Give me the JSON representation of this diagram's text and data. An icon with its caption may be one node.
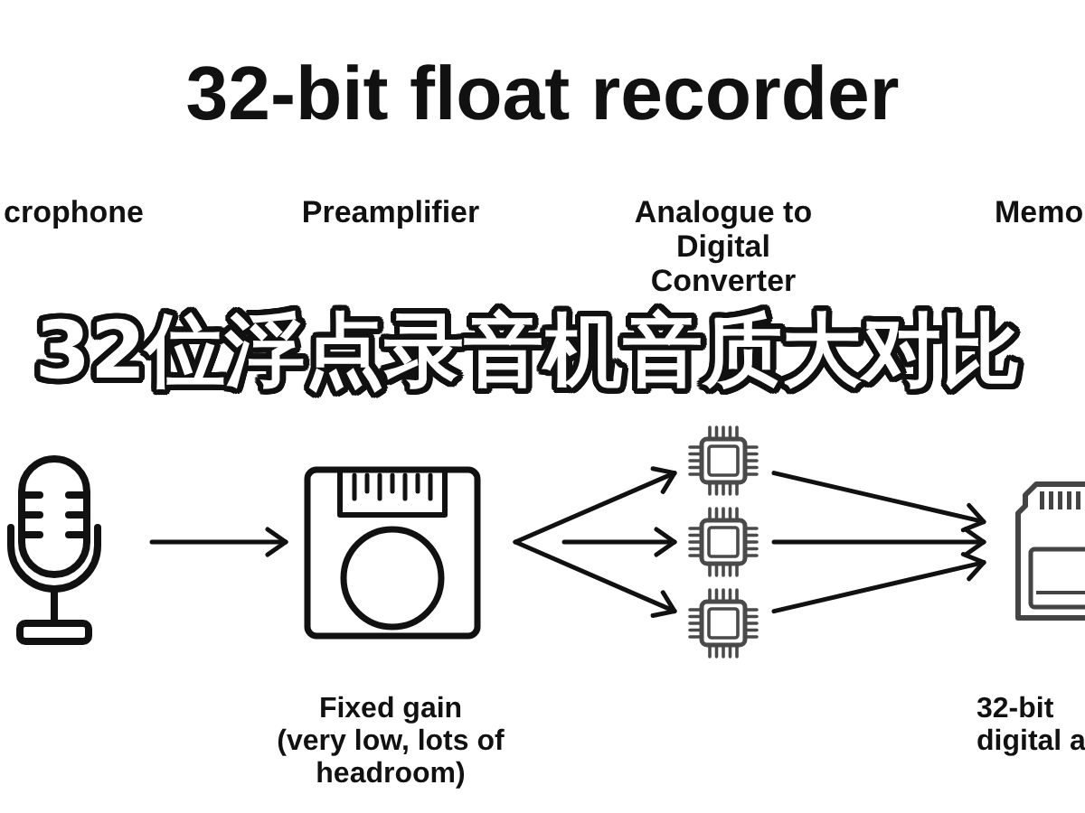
{
  "diagram": {
    "title": "32-bit float recorder",
    "nodes": [
      {
        "text": [],
        "shape": "picture"
      },
      {
        "text": [],
        "shape": "picture",
        "beside": [
          "Fixed gain (very low, lots of headroom)"
        ]
      },
      {
        "text": [],
        "shape": "picture"
      },
      {
        "text": [],
        "shape": "picture"
      },
      {
        "text": [],
        "shape": "picture"
      },
      {
        "text": [],
        "shape": "picture",
        "beside": [
          "32-bit digital a"
        ]
      }
    ],
    "edges": [
      {
        "from": 0,
        "to": 1,
        "arrow": "to"
      },
      {
        "from": 1,
        "to": 2,
        "arrow": "to"
      },
      {
        "from": 1,
        "to": 3,
        "arrow": "to"
      },
      {
        "from": 1,
        "to": 4,
        "arrow": "to"
      },
      {
        "from": 2,
        "to": 5,
        "arrow": "to"
      },
      {
        "from": 3,
        "to": 5,
        "arrow": "to"
      },
      {
        "from": 4,
        "to": 5,
        "arrow": "to"
      }
    ],
    "labels": [
      "crophone",
      "Preamplifier",
      "Analogue to Digital Converter",
      "Memo",
      "32位浮点录音机音质大对比"
    ]
  }
}
